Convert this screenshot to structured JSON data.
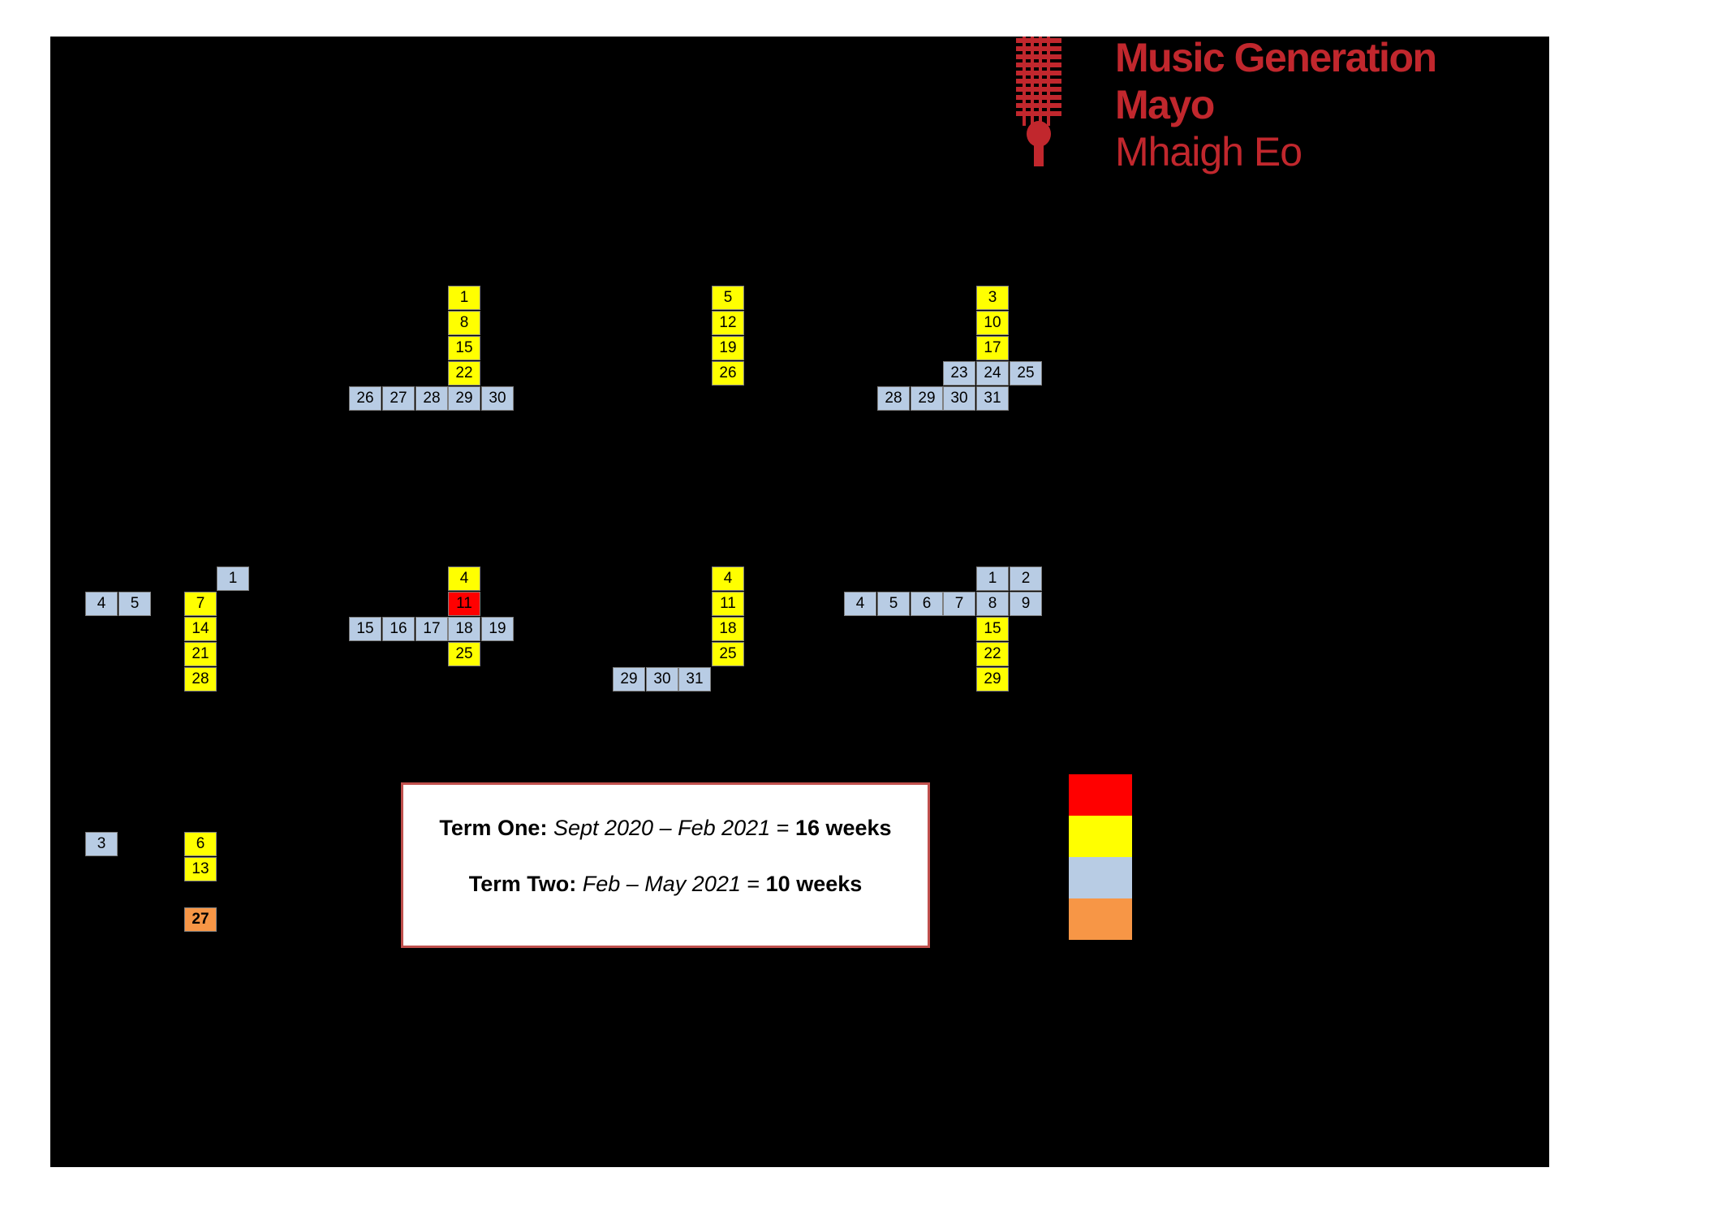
{
  "brand": {
    "line1": "Music Generation",
    "line2": "Mayo",
    "line3": "Mhaigh Eo",
    "color": "#c1272d"
  },
  "colors": {
    "sheet": "#000000",
    "yellow": "#ffff00",
    "blue": "#b8cce4",
    "red": "#ff0000",
    "orange": "#f79646",
    "box_border": "#c0504d"
  },
  "terms": [
    {
      "label": "Term One:",
      "period": "Sept 2020 – Feb 2021",
      "eq": " = ",
      "duration": "16 weeks"
    },
    {
      "label": "Term Two:",
      "period": "Feb – May 2021",
      "eq": " = ",
      "duration": "10 weeks"
    }
  ],
  "legend": {
    "swatches": [
      "red",
      "yellow",
      "blue",
      "orange"
    ]
  },
  "calendar_cells": [
    {
      "t": "1",
      "c": "yellow"
    },
    {
      "t": "8",
      "c": "yellow"
    },
    {
      "t": "15",
      "c": "yellow"
    },
    {
      "t": "22",
      "c": "yellow"
    },
    {
      "t": "26",
      "c": "blue"
    },
    {
      "t": "27",
      "c": "blue"
    },
    {
      "t": "28",
      "c": "blue"
    },
    {
      "t": "29",
      "c": "blue"
    },
    {
      "t": "30",
      "c": "blue"
    },
    {
      "t": "5",
      "c": "yellow"
    },
    {
      "t": "12",
      "c": "yellow"
    },
    {
      "t": "19",
      "c": "yellow"
    },
    {
      "t": "26",
      "c": "yellow"
    },
    {
      "t": "3",
      "c": "yellow"
    },
    {
      "t": "10",
      "c": "yellow"
    },
    {
      "t": "17",
      "c": "yellow"
    },
    {
      "t": "24",
      "c": "blue"
    },
    {
      "t": "23",
      "c": "blue"
    },
    {
      "t": "25",
      "c": "blue"
    },
    {
      "t": "28",
      "c": "blue"
    },
    {
      "t": "29",
      "c": "blue"
    },
    {
      "t": "30",
      "c": "blue"
    },
    {
      "t": "31",
      "c": "blue"
    },
    {
      "t": "1",
      "c": "blue"
    },
    {
      "t": "4",
      "c": "blue"
    },
    {
      "t": "5",
      "c": "blue"
    },
    {
      "t": "7",
      "c": "yellow"
    },
    {
      "t": "14",
      "c": "yellow"
    },
    {
      "t": "21",
      "c": "yellow"
    },
    {
      "t": "28",
      "c": "yellow"
    },
    {
      "t": "4",
      "c": "yellow"
    },
    {
      "t": "11",
      "c": "red"
    },
    {
      "t": "15",
      "c": "blue"
    },
    {
      "t": "16",
      "c": "blue"
    },
    {
      "t": "17",
      "c": "blue"
    },
    {
      "t": "18",
      "c": "blue"
    },
    {
      "t": "19",
      "c": "blue"
    },
    {
      "t": "25",
      "c": "yellow"
    },
    {
      "t": "4",
      "c": "yellow"
    },
    {
      "t": "11",
      "c": "yellow"
    },
    {
      "t": "18",
      "c": "yellow"
    },
    {
      "t": "25",
      "c": "yellow"
    },
    {
      "t": "29",
      "c": "blue"
    },
    {
      "t": "30",
      "c": "blue"
    },
    {
      "t": "31",
      "c": "blue"
    },
    {
      "t": "1",
      "c": "blue"
    },
    {
      "t": "2",
      "c": "blue"
    },
    {
      "t": "4",
      "c": "blue"
    },
    {
      "t": "5",
      "c": "blue"
    },
    {
      "t": "6",
      "c": "blue"
    },
    {
      "t": "7",
      "c": "blue"
    },
    {
      "t": "8",
      "c": "blue"
    },
    {
      "t": "9",
      "c": "blue"
    },
    {
      "t": "15",
      "c": "yellow"
    },
    {
      "t": "22",
      "c": "yellow"
    },
    {
      "t": "29",
      "c": "yellow"
    },
    {
      "t": "3",
      "c": "blue"
    },
    {
      "t": "6",
      "c": "yellow"
    },
    {
      "t": "13",
      "c": "yellow"
    },
    {
      "t": "27",
      "c": "orange",
      "bold": true
    }
  ]
}
